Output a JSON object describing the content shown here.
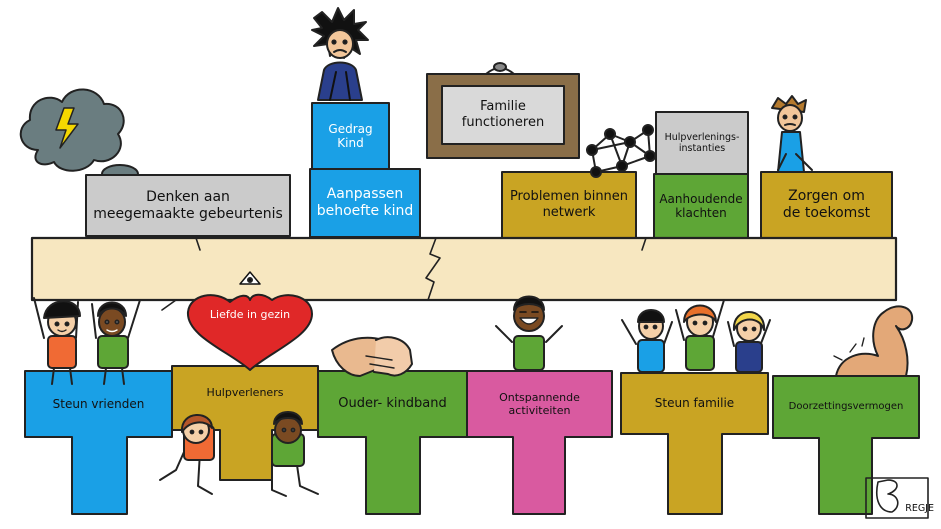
{
  "burdens": {
    "denken": "Denken aan\nmeegemaakte gebeurtenis",
    "gedrag": "Gedrag\nKind",
    "aanpassen": "Aanpassen\nbehoefte kind",
    "familie": "Familie\nfunctioneren",
    "problemen": "Problemen binnen\nnetwerk",
    "hulpinstanties": "Hulpverlenings-\ninstanties",
    "klachten": "Aanhoudende\nklachten",
    "zorgen": "Zorgen om\nde toekomst"
  },
  "supports": {
    "steun_vrienden": "Steun vrienden",
    "hulpverleners": "Hulpverleners",
    "ouder_kindband": "Ouder- kindband",
    "ontspannende": "Ontspannende\nactiviteiten",
    "steun_familie": "Steun familie",
    "doorzetting": "Doorzettingsvermogen"
  },
  "heart": {
    "label": "Liefde in gezin"
  },
  "signature": "REGJE",
  "colors": {
    "grey": "#cbcbcb",
    "blue": "#1aa0e6",
    "olive": "#c9a423",
    "green": "#5ea636",
    "pink": "#d95aa0",
    "beam": "#f7e7c0",
    "heart": "#e02828"
  }
}
